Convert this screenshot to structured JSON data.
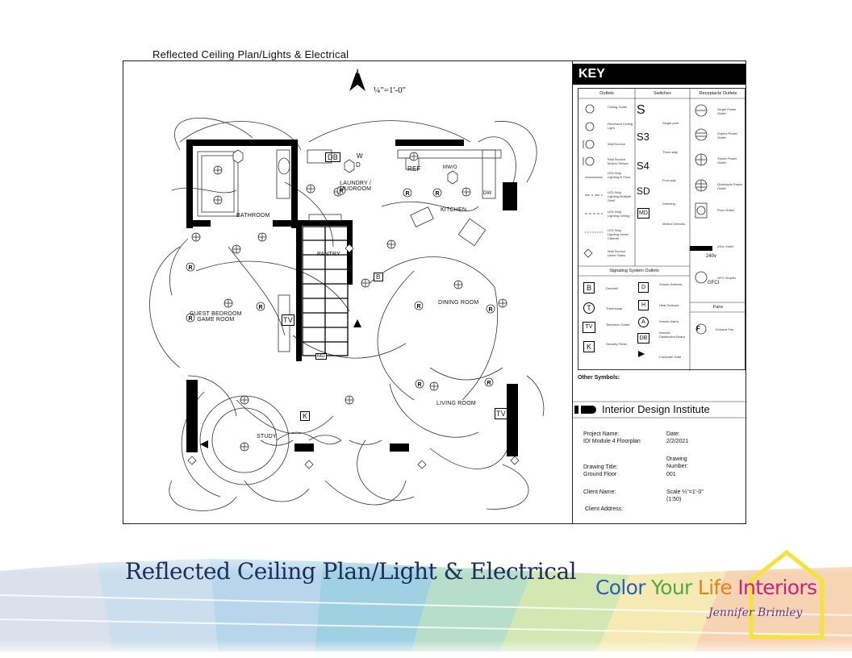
{
  "page": {
    "title": "Reflected Ceiling Plan/Lights & Electrical"
  },
  "plan": {
    "scale": "¼\"=1'-0\"",
    "rooms": {
      "bathroom": "BATHROOM",
      "laundry": "LAUNDRY /\nMUDROOM",
      "kitchen": "KITCHEN",
      "pantry": "PANTRY",
      "guest": "GUEST BEDROOM\nGAME ROOM",
      "dining": "DINING ROOM",
      "living": "LIVING ROOM",
      "study": "STUDY"
    },
    "fixture_tags": {
      "db": "DB",
      "w": "W",
      "d": "D",
      "ref": "REF",
      "mw": "MW/O",
      "dw": "DW",
      "tv": "TV",
      "md": "MD",
      "k": "K",
      "b": "B"
    }
  },
  "key": {
    "title": "KEY",
    "columns": {
      "outlets": "Outlets",
      "switches": "Switches",
      "receptacles": "Receptacle Outlets",
      "signaling": "Signaling System Outlets",
      "fans": "Fans"
    },
    "outlets": [
      "Ceiling Outlet",
      "Recessed Ceiling Light",
      "Wall Sconce",
      "Wall Sconce Motion Sensor",
      "LED Strip Lighting in Floor",
      "LED Strip Lighting Multiple Shelf",
      "LED Strip Lighting Ceiling",
      "LED Strip Lighting Under Cabinet",
      "Wall Sconce Under Stairs"
    ],
    "switches": {
      "symbols": [
        "S",
        "S3",
        "S4",
        "SD",
        "MD"
      ],
      "labels": [
        "Single-pole",
        "Three-way",
        "Four-way",
        "Dimming",
        "Motion Detector"
      ]
    },
    "receptacles": {
      "labels": [
        "Single Power Outlet",
        "Duplex Power Outlet",
        "Triplex Power Outlet",
        "Quadruple Power Outlet",
        "Floor Outlet",
        "240v Outlet",
        "GFCI Duplex"
      ],
      "tags": [
        "240v",
        "GFCI"
      ]
    },
    "signaling": {
      "symbols": [
        "B",
        "T",
        "TV",
        "K"
      ],
      "labels": [
        "Doorbell",
        "Thermostat",
        "Television Outlet",
        "Security Panel"
      ],
      "symbols2": [
        "D",
        "H",
        "A",
        "DB"
      ],
      "labels2": [
        "Smoke Detector",
        "Heat Detector",
        "Smoke Alarm",
        "Internal Distribution Board",
        "Computer Data"
      ]
    },
    "fans": {
      "labels": [
        "Exhaust Fan"
      ],
      "symbols": [
        "F"
      ]
    },
    "other": "Other Symbols:"
  },
  "title_block": {
    "brand": "Interior Design Institute",
    "project_label": "Project Name:",
    "project_value": "IDI Module 4 Floorplan",
    "date_label": "Date:",
    "date_value": "2/2/2021",
    "drawing_title_label": "Drawing Title:",
    "drawing_title_value": "Ground Floor",
    "drawing_number_label": "Drawing Number:",
    "drawing_number_value": "001",
    "client_name_label": "Client Name:",
    "scale_label": "Scale ¼\"=1'-0\"(1:50)",
    "client_address_label": "Client Address:"
  },
  "footer": {
    "title": "Reflected Ceiling Plan/Light & Electrical",
    "logo": {
      "word1": "Color",
      "word2": "Your",
      "word3": "Life",
      "word4": "Interiors",
      "signature": "Jennifer Brimley"
    },
    "colors": {
      "navy": "#1f2d5c",
      "blue": "#2b5fb5",
      "green": "#4fa843",
      "orange": "#e67e22",
      "magenta": "#c7247a",
      "yellow": "#f5e23c"
    }
  }
}
